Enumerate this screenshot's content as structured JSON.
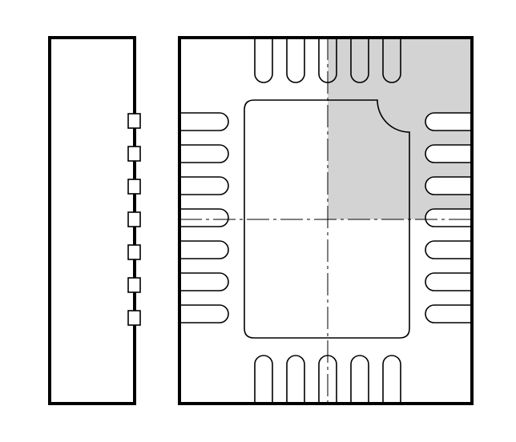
{
  "diagram": {
    "side_view": {
      "lead_count": 7
    },
    "top_view": {
      "top_pads": 5,
      "bottom_pads": 5,
      "left_pads": 7,
      "right_pads": 7,
      "pin1_quadrant": "top-right",
      "centerlines": true
    },
    "colors": {
      "outline": "#000000",
      "shade": "#d3d3d3",
      "background": "#ffffff"
    }
  }
}
